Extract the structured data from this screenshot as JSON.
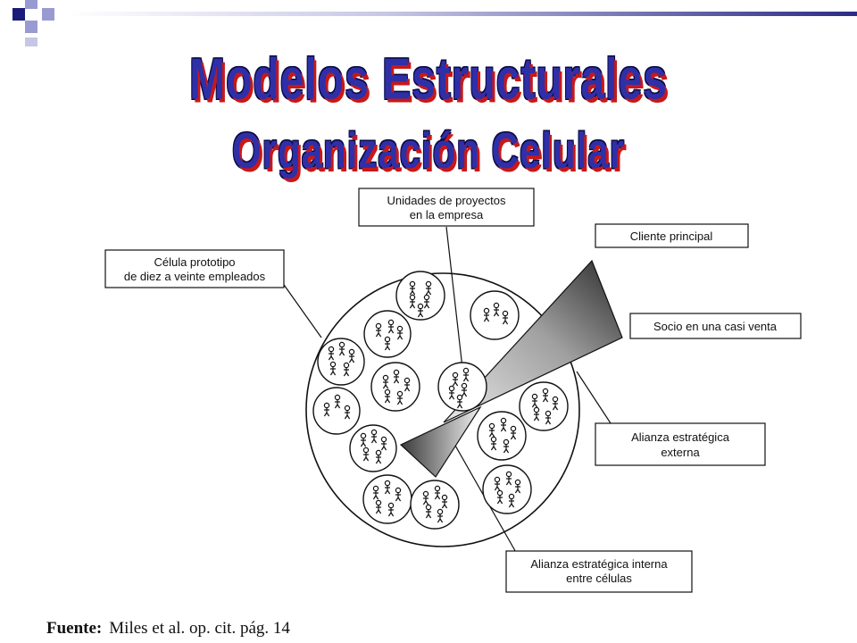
{
  "slide": {
    "title": "Modelos Estructurales",
    "subtitle": "Organización Celular",
    "colors": {
      "title_fill": "#2f2fa8",
      "title_shadow": "#c81818",
      "accent_dark": "#1b1b7a",
      "accent_light": "#9a9ad2"
    }
  },
  "diagram": {
    "labels": {
      "unidades_line1": "Unidades de proyectos",
      "unidades_line2": "en la empresa",
      "celula_line1": "Célula prototipo",
      "celula_line2": "de diez a veinte empleados",
      "cliente": "Cliente principal",
      "socio": "Socio en una casi venta",
      "alianza_externa_line1": "Alianza estratégica",
      "alianza_externa_line2": "externa",
      "alianza_interna_line1": "Alianza estratégica interna",
      "alianza_interna_line2": "entre células"
    },
    "icons": {
      "cell": "team-cell-icon",
      "person": "person-icon"
    }
  },
  "footer": {
    "source_label": "Fuente:",
    "source_text": "Miles et al. op. cit. pág. 14"
  }
}
